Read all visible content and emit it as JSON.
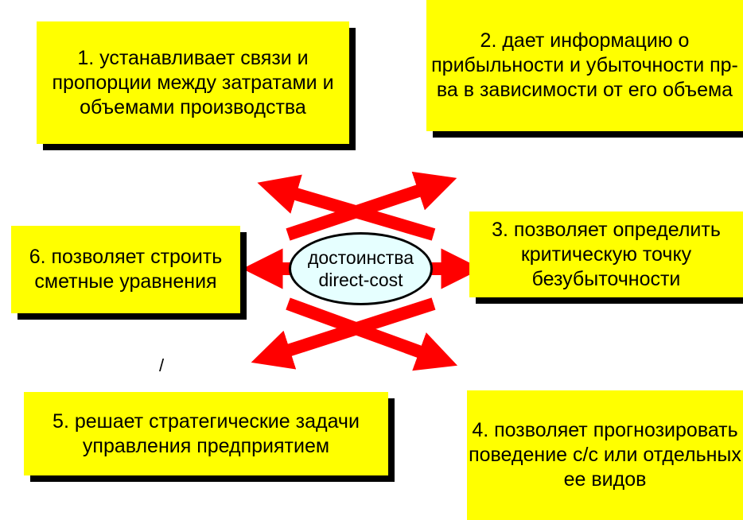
{
  "center": {
    "line1": "достоинства",
    "line2": "direct-cost"
  },
  "boxes": [
    {
      "id": "b1",
      "text": "1.  устанавливает связи и пропорции между затратами и объемами производства"
    },
    {
      "id": "b2",
      "text": "2. дает информацию о прибыльности и убыточности пр-ва в зависимости от его объема"
    },
    {
      "id": "b3",
      "text": "3. позволяет определить критическую точку безубыточности"
    },
    {
      "id": "b4",
      "text": "4. позволяет прогнозировать поведение с/с или отдельных ее видов"
    },
    {
      "id": "b5",
      "text": "5. решает стратегические задачи управления предприятием"
    },
    {
      "id": "b6",
      "text": "6. позволяет строить сметные уравнения"
    }
  ],
  "stray_mark": "/",
  "colors": {
    "box_fill": "#ffff00",
    "arrow": "#ff0000",
    "ellipse_fill": "#e6ffff",
    "shadow": "#000000"
  }
}
